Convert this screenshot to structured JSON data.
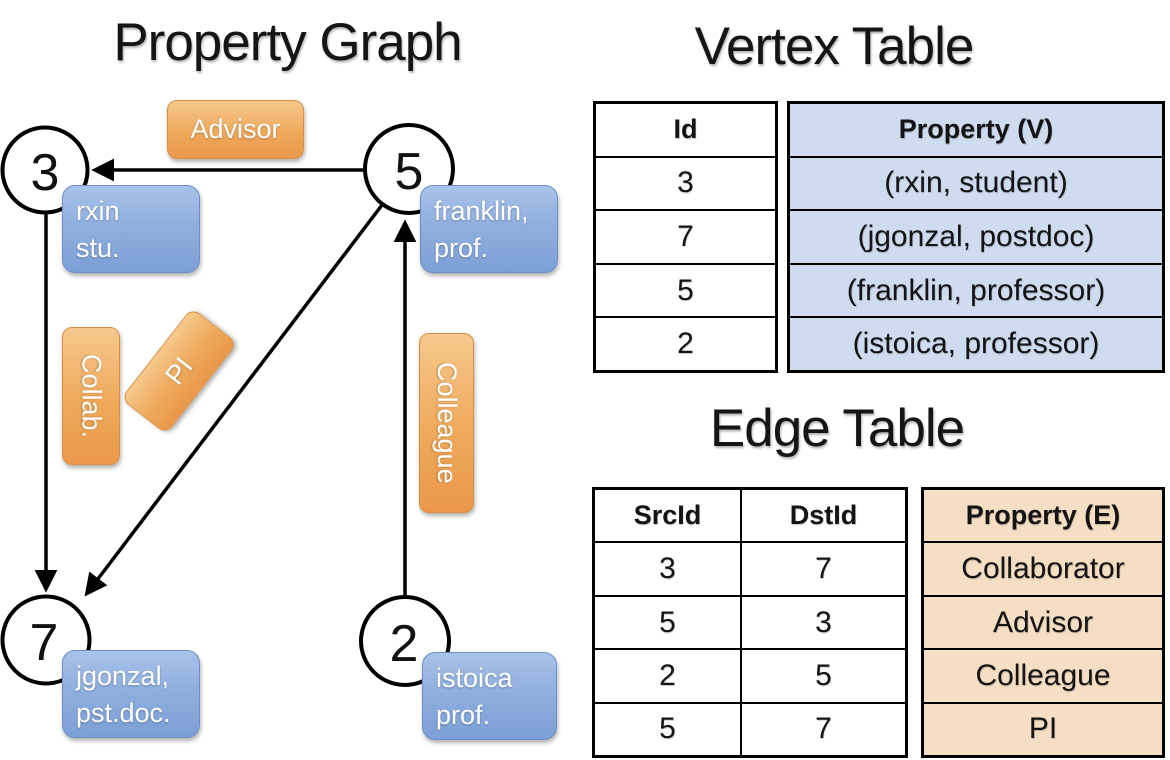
{
  "graph": {
    "title": "Property Graph",
    "nodes": [
      {
        "id": "3",
        "label_line1": "rxin",
        "label_line2": "stu."
      },
      {
        "id": "5",
        "label_line1": "franklin,",
        "label_line2": "prof."
      },
      {
        "id": "7",
        "label_line1": "jgonzal,",
        "label_line2": "pst.doc."
      },
      {
        "id": "2",
        "label_line1": "istoica",
        "label_line2": "prof."
      }
    ],
    "edge_labels": {
      "advisor": "Advisor",
      "collab": "Collab.",
      "pi": "PI",
      "colleague": "Colleague"
    }
  },
  "vertex_table": {
    "title": "Vertex Table",
    "headers": {
      "id": "Id",
      "property": "Property (V)"
    },
    "rows": [
      {
        "id": "3",
        "property": "(rxin, student)"
      },
      {
        "id": "7",
        "property": "(jgonzal, postdoc)"
      },
      {
        "id": "5",
        "property": "(franklin, professor)"
      },
      {
        "id": "2",
        "property": "(istoica, professor)"
      }
    ]
  },
  "edge_table": {
    "title": "Edge Table",
    "headers": {
      "src": "SrcId",
      "dst": "DstId",
      "property": "Property (E)"
    },
    "rows": [
      {
        "src": "3",
        "dst": "7",
        "property": "Collaborator"
      },
      {
        "src": "5",
        "dst": "3",
        "property": "Advisor"
      },
      {
        "src": "2",
        "dst": "5",
        "property": "Colleague"
      },
      {
        "src": "5",
        "dst": "7",
        "property": "PI"
      }
    ]
  },
  "colors": {
    "edge_orange_top": "#f6c88e",
    "edge_orange_mid": "#efa95b",
    "edge_orange_bottom": "#e9984a",
    "edge_orange_border": "#d98e3f",
    "node_blue_top": "#a9c3e9",
    "node_blue_mid": "#8fafdf",
    "node_blue_bottom": "#7c9fd6",
    "node_blue_border": "#6b90c8",
    "vertex_fill": "#cfdcf0",
    "edge_fill": "#f5dec3"
  }
}
